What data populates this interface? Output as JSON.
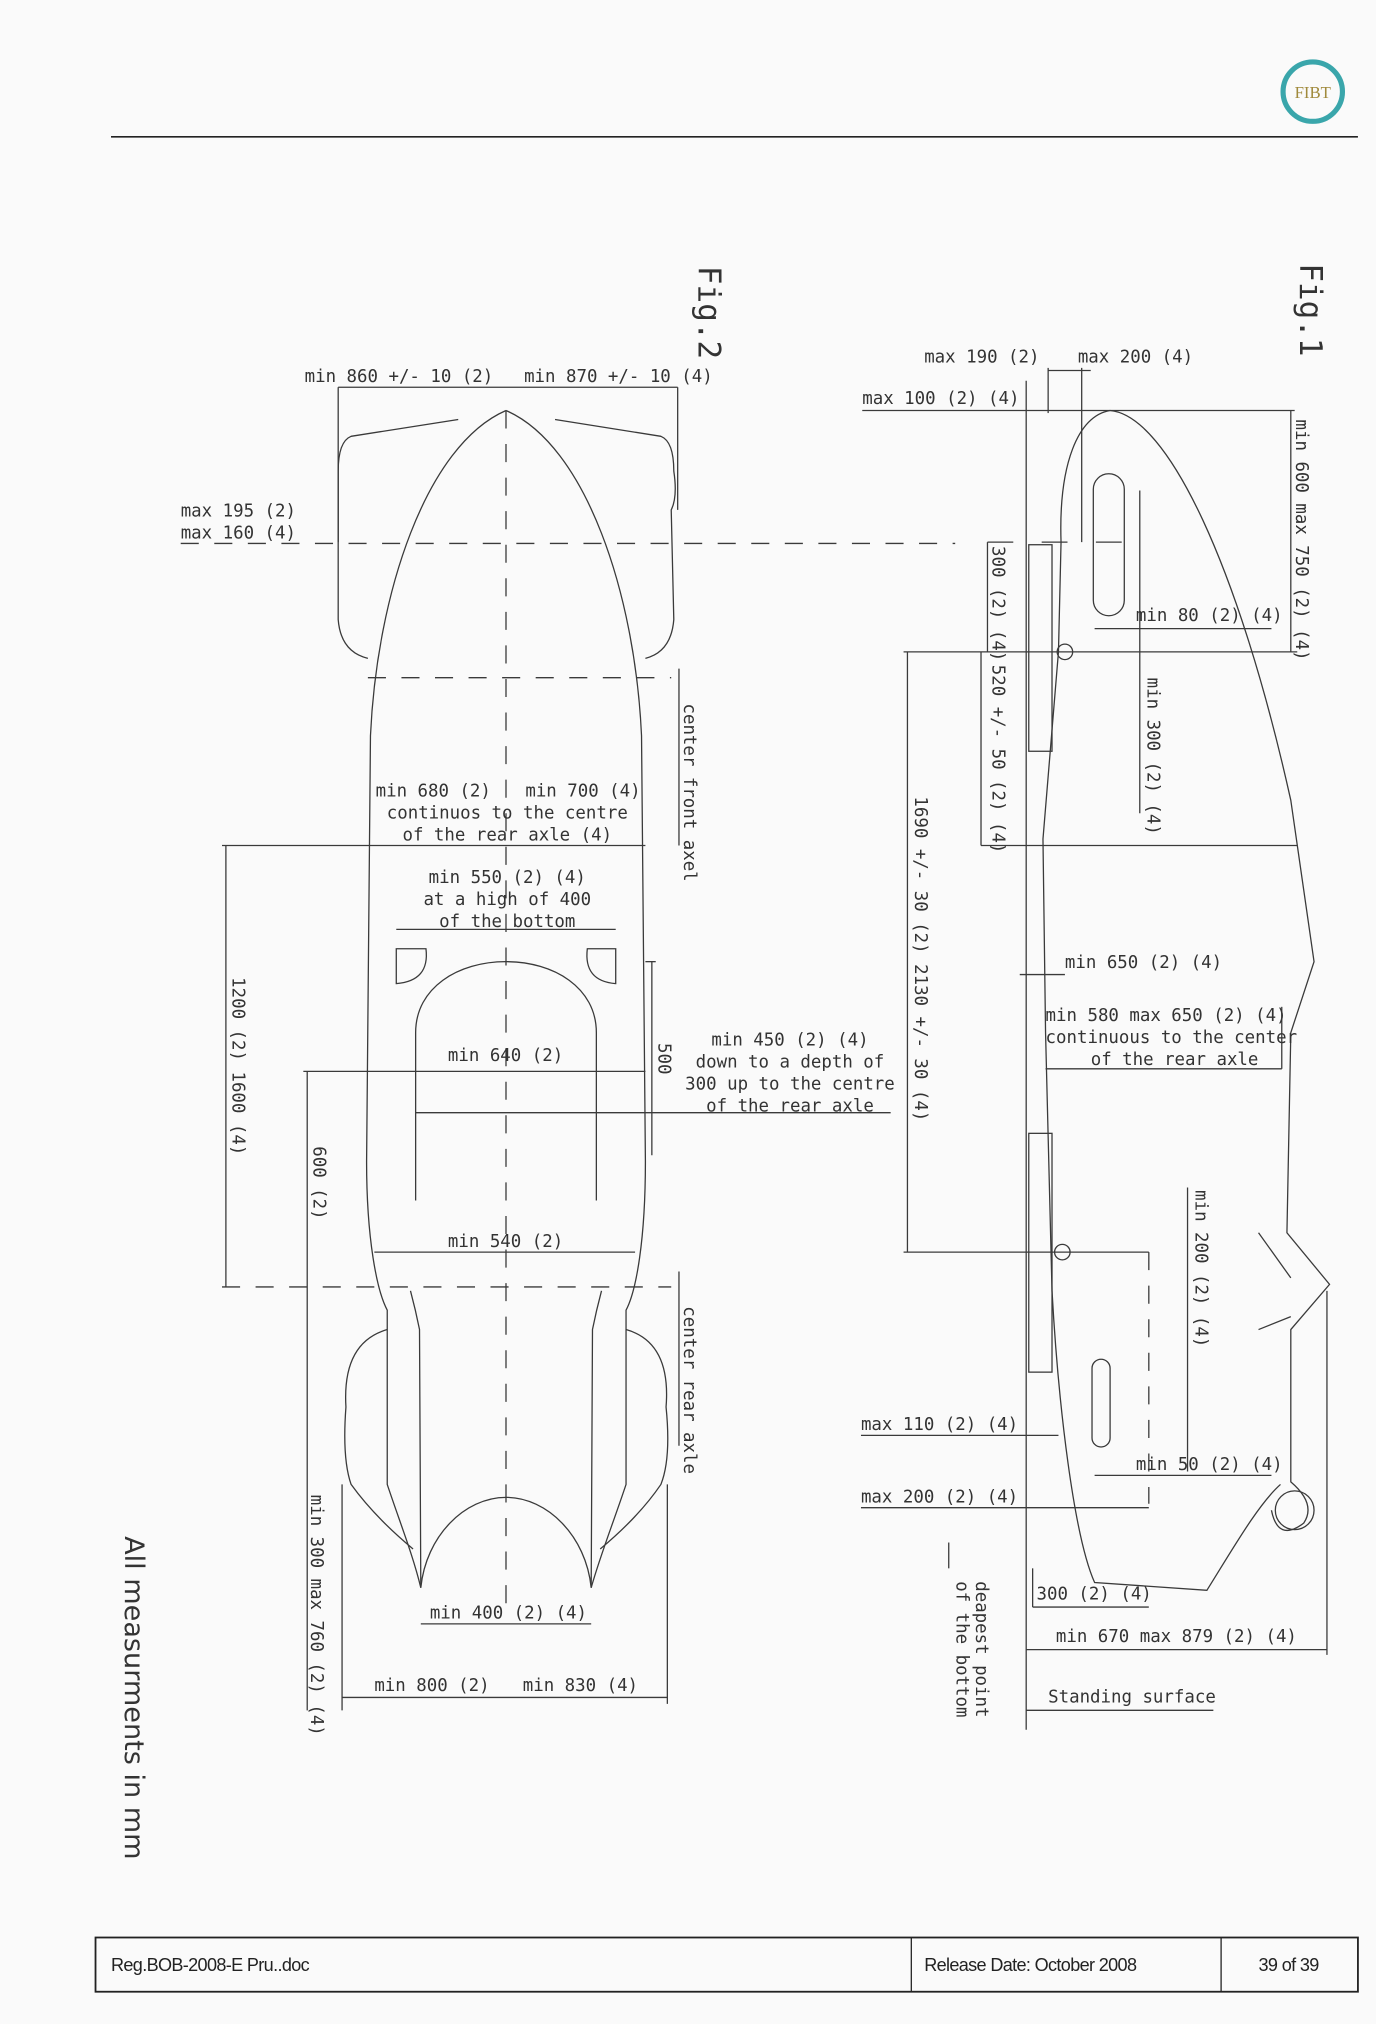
{
  "header": {
    "logo_text": "FIBT",
    "logo_color": "#3aa6ab"
  },
  "fig2": {
    "title": "Fig.2",
    "labels": {
      "min860": "min 860 +/- 10 (2)",
      "min870": "min 870 +/- 10 (4)",
      "max195": "max 195 (2)",
      "max160": "max 160 (4)",
      "center_front": "center front axel",
      "min680": "min 680 (2)",
      "min700": "min 700 (4)",
      "cont1": "continuos to the centre",
      "cont2": "of the rear axle (4)",
      "min550": "min 550 (2) (4)",
      "high1": "at a high of 400",
      "high2": "of the bottom",
      "len": "1200 (2)    1600 (4)",
      "l600": "600 (2)",
      "l500": "500",
      "min640": "min 640 (2)",
      "min450_1": "min 450 (2) (4)",
      "min450_2": "down to a depth of",
      "min450_3": "300 up to the centre",
      "min450_4": "of the rear axle",
      "min540": "min 540 (2)",
      "center_rear": "center rear axle",
      "min300max760": "min 300 max 760 (2) (4)",
      "min400": "min 400 (2) (4)",
      "min800": "min 800 (2)",
      "min830": "min 830 (4)"
    }
  },
  "fig1": {
    "title": "Fig.1",
    "labels": {
      "max190": "max 190 (2)",
      "max200_4": "max 200 (4)",
      "max100": "max 100 (2) (4)",
      "min600": "min 600 max 750 (2) (4)",
      "v300": "300 (2) (4)",
      "min80": "min 80 (2) (4)",
      "v520": "520 +/- 50 (2) (4)",
      "min300": "min 300 (2) (4)",
      "v1690": "1690 +/- 30 (2)   2130 +/- 30 (4)",
      "min650": "min 650 (2) (4)",
      "min580_1": "min 580 max 650 (2) (4)",
      "min580_2": "continuous to the center",
      "min580_3": "of the rear axle",
      "min200": "min 200 (2) (4)",
      "max110": "max 110 (2) (4)",
      "min50": "min 50 (2) (4)",
      "max200": "max 200 (2) (4)",
      "deep1": "deapest point",
      "deep2": "of the bottom",
      "h300": "300 (2) (4)",
      "min670": "min 670 max 879 (2) (4)",
      "standing": "Standing surface"
    }
  },
  "note": "All measurments in mm",
  "footer": {
    "doc": "Reg.BOB-2008-E Pru..doc",
    "release": "Release Date: October 2008",
    "page": "39 of 39"
  }
}
